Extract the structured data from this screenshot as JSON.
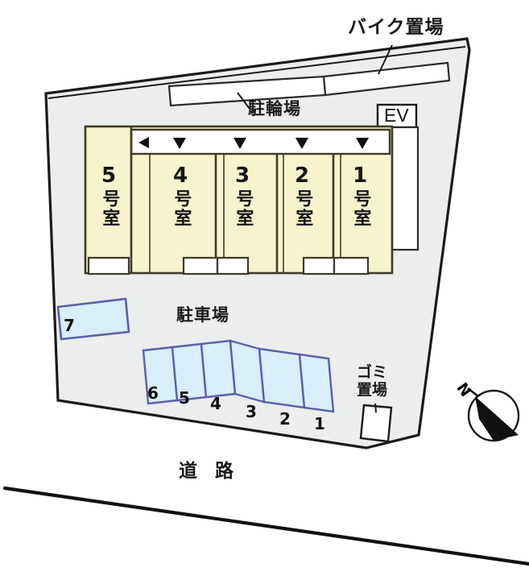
{
  "diagram": {
    "kind": "property-site-plan",
    "title_labels": {
      "bike_parking": "バイク置場",
      "bicycle_parking": "駐輪場",
      "car_parking": "駐車場",
      "garbage_area": "ゴミ\n置場",
      "garbage_line1": "ゴミ",
      "garbage_line2": "置場",
      "road": "道 路",
      "elevator": "EV",
      "compass_north": "N"
    },
    "colors": {
      "site_fill": "#eceded",
      "site_stroke": "#1a1a1a",
      "unit_fill": "#f7f3cc",
      "unit_stroke": "#3d3a2a",
      "corridor_fill": "#ffffff",
      "stall_fill": "#d8eef8",
      "stall_stroke": "#5b5fa8",
      "text": "#1a1a1a",
      "road_stroke": "#111111"
    },
    "building": {
      "label_suffix": "号室",
      "units": [
        {
          "number": "5",
          "kanji": "号室"
        },
        {
          "number": "4",
          "kanji": "号室"
        },
        {
          "number": "3",
          "kanji": "号室"
        },
        {
          "number": "2",
          "kanji": "号室"
        },
        {
          "number": "1",
          "kanji": "号室"
        }
      ],
      "corridor_arrows": [
        "left",
        "down",
        "down",
        "down",
        "down"
      ]
    },
    "parking": {
      "row_stalls": [
        "6",
        "5",
        "4",
        "3",
        "2",
        "1"
      ],
      "detached_stall": "7",
      "count_total": 7
    }
  }
}
